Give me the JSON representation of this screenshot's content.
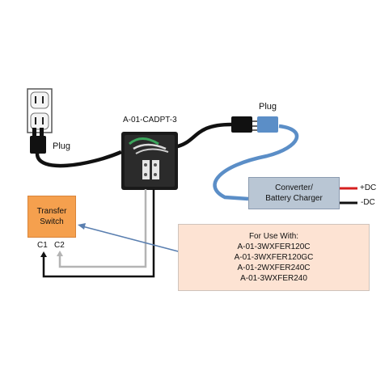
{
  "outlet_plug_label": "Plug",
  "cord_plug_label": "Plug",
  "adapter_label": "A-01-CADPT-3",
  "converter": {
    "line1": "Converter/",
    "line2": "Battery Charger"
  },
  "dc_positive": "+DC",
  "dc_negative": "-DC",
  "transfer_switch": {
    "line1": "Transfer",
    "line2": "Switch"
  },
  "c1_label": "C1",
  "c2_label": "C2",
  "usage_note": {
    "heading": "For Use With:",
    "models": [
      "A-01-3WXFER120C",
      "A-01-3WXFER120GC",
      "A-01-2WXFER240C",
      "A-01-3WXFER240"
    ]
  },
  "colors": {
    "black_wire": "#111111",
    "blue_cord": "#5b8ec7",
    "red_wire": "#d61f1f",
    "gray_wire": "#b4b4b4",
    "switch_fill": "#f5a04e",
    "note_fill": "#fde3d3",
    "converter_fill": "#b9c6d4",
    "pointer": "#5a7fb0"
  }
}
